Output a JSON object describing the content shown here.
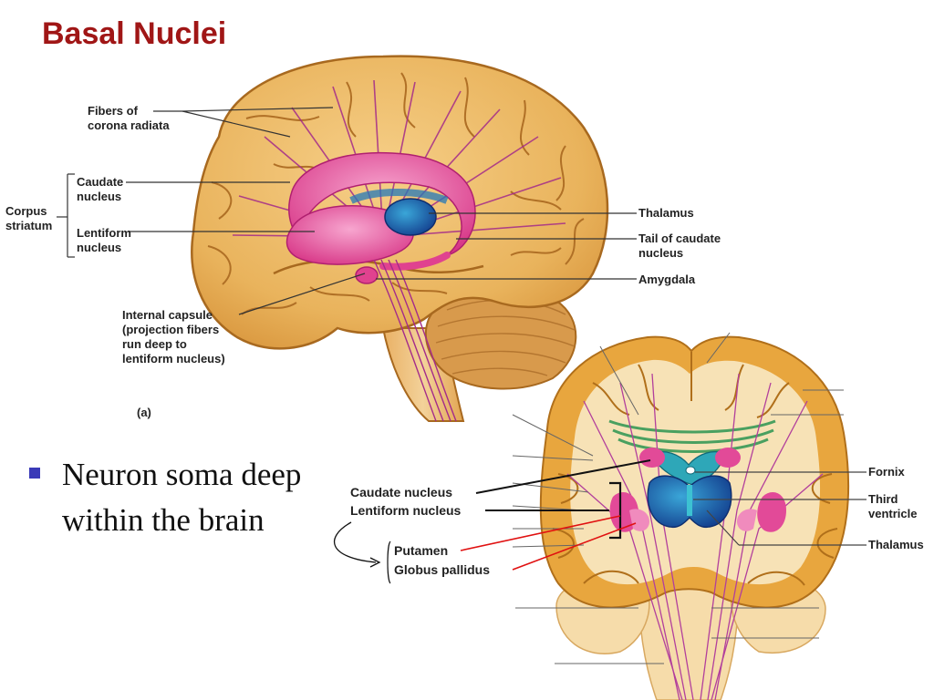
{
  "slide": {
    "title": "Basal Nuclei",
    "bullet": "Neuron soma deep within the brain"
  },
  "lateral_view": {
    "panel_label": "(a)",
    "labels": {
      "fibers_line1": "Fibers of",
      "fibers_line2": "corona radiata",
      "corpus_line1": "Corpus",
      "corpus_line2": "striatum",
      "caudate_line1": "Caudate",
      "caudate_line2": "nucleus",
      "lentiform_line1": "Lentiform",
      "lentiform_line2": "nucleus",
      "thalamus": "Thalamus",
      "tail_line1": "Tail of caudate",
      "tail_line2": "nucleus",
      "amygdala": "Amygdala",
      "internal_line1": "Internal capsule",
      "internal_line2": "(projection fibers",
      "internal_line3": "run deep to",
      "internal_line4": "lentiform nucleus)"
    }
  },
  "coronal_view": {
    "labels": {
      "caudate": "Caudate nucleus",
      "lentiform": "Lentiform nucleus",
      "putamen": "Putamen",
      "globus": "Globus pallidus",
      "fornix": "Fornix",
      "third_line1": "Third",
      "third_line2": "ventricle",
      "thalamus": "Thalamus"
    }
  },
  "colors": {
    "title": "#a01616",
    "bullet_marker": "#3a3ab8",
    "brain_tan": "#e9b35c",
    "brain_outline": "#a8691f",
    "basal_pink": "#e0428f",
    "thalamus_blue": "#1d4fa8",
    "leader_red": "#e01010"
  }
}
